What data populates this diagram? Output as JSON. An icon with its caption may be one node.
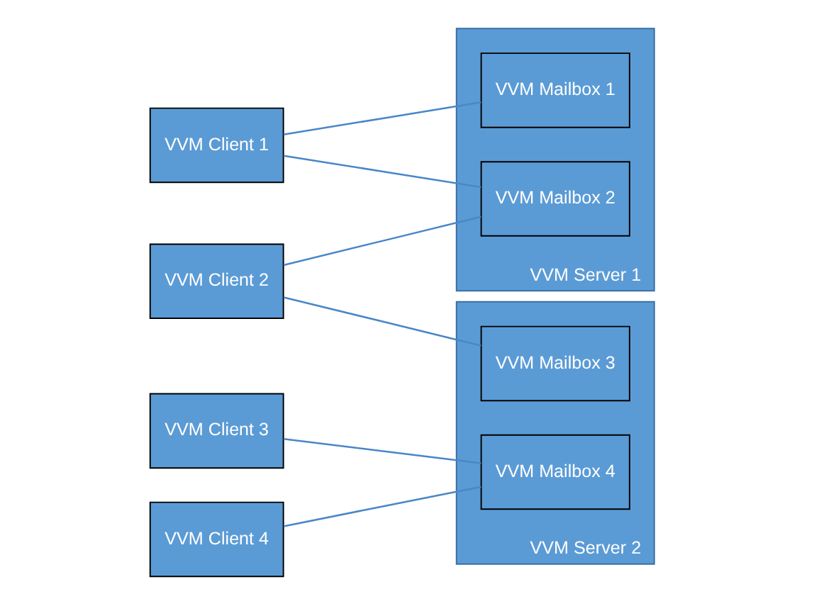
{
  "diagram": {
    "nodes": [
      {
        "text": [
          "VVM Client 1"
        ]
      },
      {
        "text": [
          "VVM Server 1"
        ]
      },
      {
        "text": [
          "VVM Mailbox 1"
        ],
        "in": 1
      },
      {
        "text": [
          "VVM Mailbox 2"
        ],
        "in": 1
      },
      {
        "text": [
          "VVM Client 2"
        ]
      },
      {
        "text": [
          "VVM Client 3"
        ]
      },
      {
        "text": [
          "VVM Server 2"
        ]
      },
      {
        "text": [
          "VVM Mailbox 3"
        ],
        "in": 6
      },
      {
        "text": [
          "VVM Mailbox 4"
        ],
        "in": 6
      },
      {
        "text": [
          "VVM Client 4"
        ]
      }
    ],
    "edges": [
      {
        "from": 0,
        "to": 2,
        "arrow": "none"
      },
      {
        "from": 0,
        "to": 3,
        "arrow": "none"
      },
      {
        "from": 4,
        "to": 3,
        "arrow": "none"
      },
      {
        "from": 4,
        "to": 7,
        "arrow": "none"
      },
      {
        "from": 5,
        "to": 8,
        "arrow": "none"
      },
      {
        "from": 9,
        "to": 8,
        "arrow": "none"
      }
    ]
  }
}
